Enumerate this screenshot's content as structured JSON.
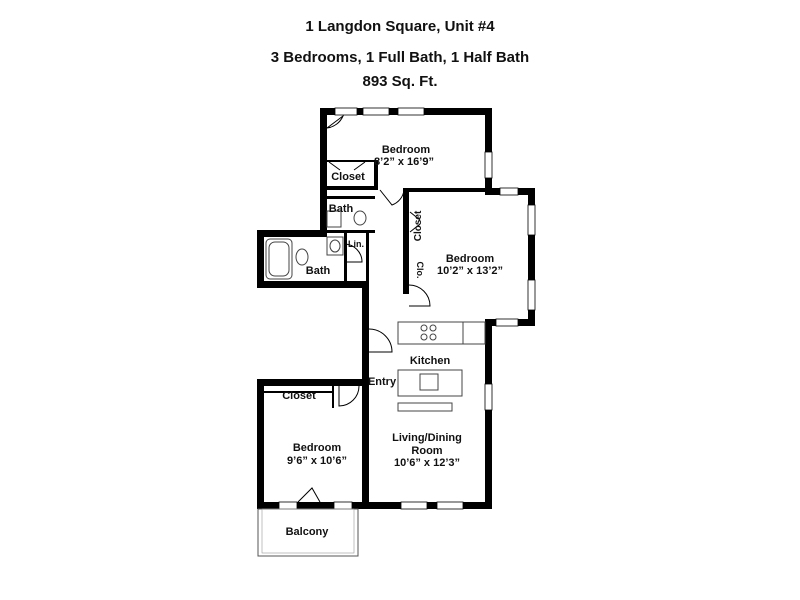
{
  "header": {
    "title": "1 Langdon Square, Unit #4",
    "subtitle": "3 Bedrooms, 1 Full Bath, 1 Half Bath",
    "area": "893 Sq. Ft."
  },
  "rooms": {
    "bedroom_top": {
      "name": "Bedroom",
      "dims": "8’2” x 16’9”"
    },
    "bedroom_right": {
      "name": "Bedroom",
      "dims": "10’2” x 13’2”"
    },
    "bedroom_bottom": {
      "name": "Bedroom",
      "dims": "9’6” x 10’6”"
    },
    "living": {
      "name_line1": "Living/Dining",
      "name_line2": "Room",
      "dims": "10’6” x 12’3”"
    },
    "kitchen": "Kitchen",
    "entry": "Entry",
    "bath_half": "Bath",
    "bath_full": "Bath",
    "linen": "Lin.",
    "closet_top": "Closet",
    "closet_right": "Closet",
    "closet_right_small": "Clo.",
    "closet_bottom": "Closet",
    "balcony": "Balcony"
  }
}
